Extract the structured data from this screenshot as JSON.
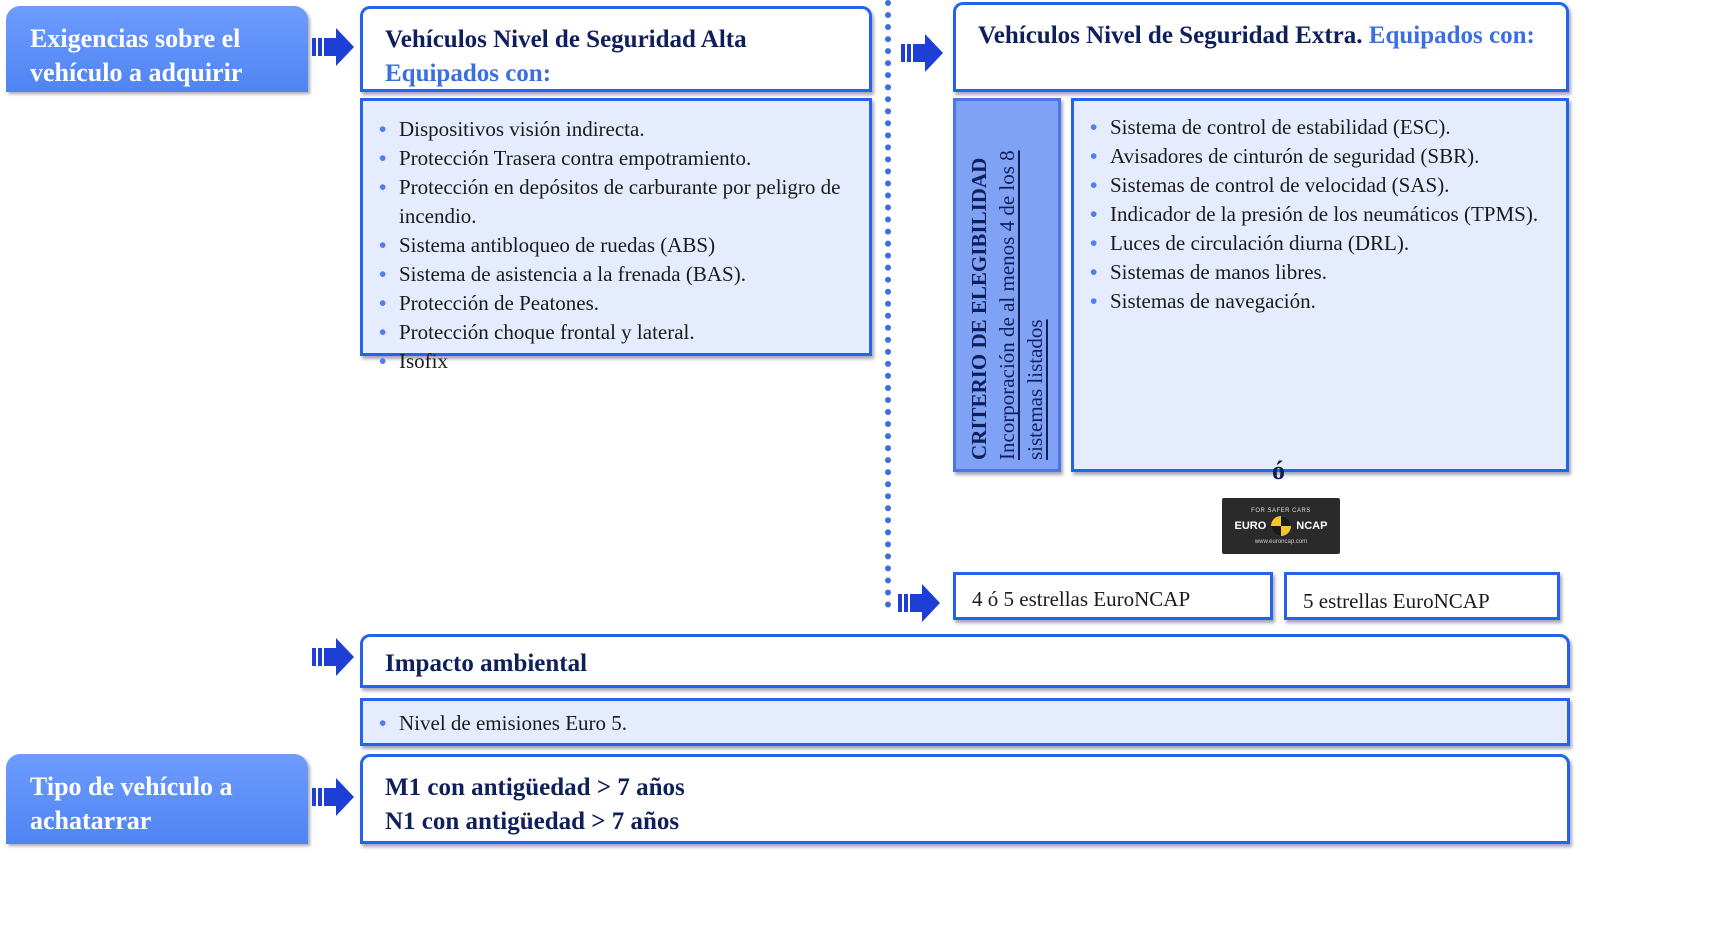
{
  "requirements": {
    "label": "Exigencias sobre el vehículo a adquirir"
  },
  "high_security": {
    "title": "Vehículos Nivel de Seguridad Alta",
    "subtitle": "Equipados con:",
    "items": [
      "Dispositivos visión indirecta.",
      "Protección Trasera contra empotramiento.",
      "Protección en depósitos de carburante por peligro de incendio.",
      "Sistema antibloqueo de ruedas (ABS)",
      "Sistema de asistencia a la frenada (BAS).",
      "Protección de Peatones.",
      "Protección choque frontal y lateral.",
      "Isofix"
    ]
  },
  "extra_security": {
    "title": "Vehículos Nivel de Seguridad Extra.",
    "subtitle": "Equipados con:",
    "criterion_title": "CRITERIO DE ELEGIBILIDAD",
    "criterion_text": "Incorporación de al menos 4 de los 8 sistemas listados",
    "items": [
      "Sistema de control de estabilidad (ESC).",
      "Avisadores de cinturón de seguridad (SBR).",
      "Sistemas de control de velocidad (SAS).",
      "Indicador de la presión de los neumáticos (TPMS).",
      "Luces de circulación diurna (DRL).",
      "Sistemas de manos libres.",
      "Sistemas de navegación."
    ],
    "or_label": "ó"
  },
  "euroncap": {
    "logo_text_left": "EURO",
    "logo_text_right": "NCAP",
    "logo_top_text": "FOR SAFER CARS",
    "logo_url_text": "www.euroncap.com",
    "high_stars": "4 ó 5 estrellas EuroNCAP",
    "extra_stars": "5 estrellas EuroNCAP"
  },
  "environment": {
    "title": "Impacto ambiental",
    "items": [
      "Nivel de emisiones Euro 5."
    ]
  },
  "scrap": {
    "label": "Tipo de vehículo a achatarrar",
    "lines": [
      "M1 con antigüedad > 7 años",
      "N1 con antigüedad > 7 años"
    ]
  },
  "colors": {
    "accent": "#2563eb",
    "tab": "#5b8ff9",
    "list_bg": "#e4ecfd",
    "heading_text": "#0f1f5c",
    "highlight": "#3b6fe0"
  },
  "icons": {
    "arrow": "block-arrow-right-icon",
    "logo": "euroncap-logo"
  }
}
